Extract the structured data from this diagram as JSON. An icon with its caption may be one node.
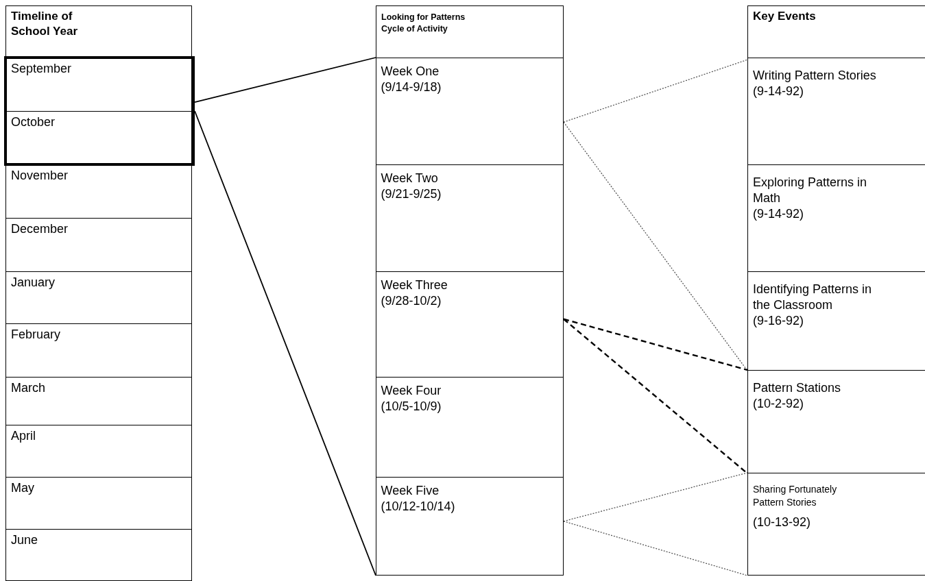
{
  "diagram": {
    "nodes": [
      {
        "text": [
          "Timeline of School Year"
        ]
      },
      {
        "text": [],
        "shape": "box"
      },
      {
        "text": [
          "September"
        ],
        "in": 1
      },
      {
        "text": [
          "October"
        ],
        "in": 1
      },
      {
        "text": [
          "November"
        ]
      },
      {
        "text": [
          "December"
        ]
      },
      {
        "text": [
          "January"
        ]
      },
      {
        "text": [
          "February"
        ]
      },
      {
        "text": [
          "March"
        ]
      },
      {
        "text": [
          "April"
        ]
      },
      {
        "text": [
          "May"
        ]
      },
      {
        "text": [
          "June"
        ]
      },
      {
        "text": [
          "Looking for Patterns Cycle of Activity"
        ]
      },
      {
        "text": [],
        "shape": "box"
      },
      {
        "text": [
          "Week One",
          "(9/14-9/18)"
        ],
        "in": 13
      },
      {
        "text": [
          "Week Two",
          "(9/21-9/25)"
        ],
        "in": 13
      },
      {
        "text": [
          "Week Three",
          "(9/28-10/2)"
        ],
        "in": 13
      },
      {
        "text": [
          "Week Four",
          "(10/5-10/9)"
        ],
        "in": 13
      },
      {
        "text": [
          "Week Five",
          "(10/12-10/14)"
        ],
        "in": 13
      },
      {
        "text": [
          "Key Events"
        ]
      },
      {
        "text": [
          "Writing Pattern Stories",
          "(9-14-92)"
        ]
      },
      {
        "text": [
          "Exploring Patterns in Math",
          "(9-14-92)"
        ]
      },
      {
        "text": [
          "Identifying Patterns in the Classroom",
          "(9-16-92)"
        ]
      },
      {
        "text": [
          "Pattern Stations",
          "(10-2-92)"
        ]
      },
      {
        "text": [
          "Sharing Fortunately Pattern Stories",
          "(10-13-92)"
        ]
      }
    ],
    "edges": [
      {
        "from": 1,
        "to": 13,
        "arrow": "none"
      },
      {
        "from": 1,
        "to": 13,
        "arrow": "none"
      },
      {
        "from": 14,
        "to": 20,
        "arrow": "none",
        "style": "dashed",
        "color": "#555555"
      },
      {
        "from": 14,
        "to": 22,
        "arrow": "none",
        "style": "dashed",
        "color": "#555555"
      },
      {
        "from": 16,
        "to": 23,
        "arrow": "none",
        "style": "dashed"
      },
      {
        "from": 16,
        "to": 23,
        "arrow": "none",
        "style": "dashed"
      },
      {
        "from": 18,
        "to": 24,
        "arrow": "none",
        "style": "dashed",
        "color": "#555555"
      },
      {
        "from": 18,
        "to": 24,
        "arrow": "none",
        "style": "dashed",
        "color": "#555555"
      }
    ]
  }
}
